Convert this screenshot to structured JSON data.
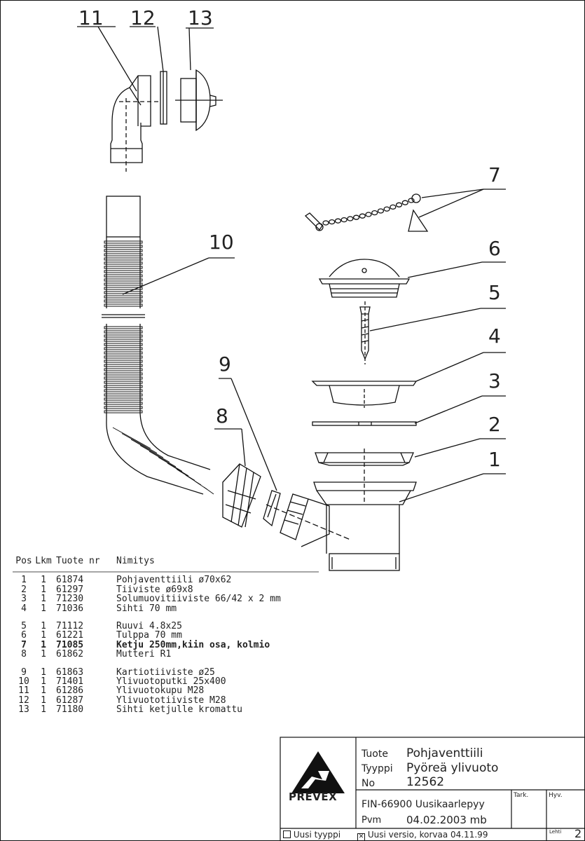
{
  "callouts": {
    "n1": "1",
    "n2": "2",
    "n3": "3",
    "n4": "4",
    "n5": "5",
    "n6": "6",
    "n7": "7",
    "n8": "8",
    "n9": "9",
    "n10": "10",
    "n11": "11",
    "n12": "12",
    "n13": "13"
  },
  "parts_list": {
    "headers": {
      "pos": "Pos",
      "lkm": "Lkm",
      "tuote_nr": "Tuote nr",
      "nimitys": "Nimitys"
    },
    "rows": [
      {
        "pos": "1",
        "lkm": "1",
        "nr": "61874",
        "name": "Pohjaventtiili ø70x62"
      },
      {
        "pos": "2",
        "lkm": "1",
        "nr": "61297",
        "name": "Tiiviste ø69x8"
      },
      {
        "pos": "3",
        "lkm": "1",
        "nr": "71230",
        "name": "Solumuovitiiviste 66/42 x 2 mm"
      },
      {
        "pos": "4",
        "lkm": "1",
        "nr": "71036",
        "name": "Sihti 70 mm"
      },
      {
        "pos": "5",
        "lkm": "1",
        "nr": "71112",
        "name": "Ruuvi 4.8x25"
      },
      {
        "pos": "6",
        "lkm": "1",
        "nr": "61221",
        "name": "Tulppa 70 mm"
      },
      {
        "pos": "7",
        "lkm": "1",
        "nr": "71085",
        "name": "Ketju 250mm,kiin osa, kolmio"
      },
      {
        "pos": "8",
        "lkm": "1",
        "nr": "61862",
        "name": "Mutteri R1"
      },
      {
        "pos": "9",
        "lkm": "1",
        "nr": "61863",
        "name": "Kartiotiiviste ø25"
      },
      {
        "pos": "10",
        "lkm": "1",
        "nr": "71401",
        "name": "Ylivuotoputki 25x400"
      },
      {
        "pos": "11",
        "lkm": "1",
        "nr": "61286",
        "name": "Ylivuotokupu M28"
      },
      {
        "pos": "12",
        "lkm": "1",
        "nr": "61287",
        "name": "Ylivuototiiviste M28"
      },
      {
        "pos": "13",
        "lkm": "1",
        "nr": "71180",
        "name": "Sihti ketjulle kromattu"
      }
    ]
  },
  "title_block": {
    "brand": "PREVEX",
    "tuote_label": "Tuote",
    "tuote_value": "Pohjaventtiili",
    "tyyppi_label": "Tyyppi",
    "tyyppi_value": "Pyöreä ylivuoto",
    "no_label": "No",
    "no_value": "12562",
    "address": "FIN-66900 Uusikaarlepyy",
    "pvm_label": "Pvm",
    "pvm_value": "04.02.2003 mb",
    "tark_label": "Tark.",
    "hyv_label": "Hyv.",
    "new_type_label": "Uusi tyyppi",
    "new_version_label": "Uusi versio, korvaa 04.11.99",
    "sheet_label": "Lehti",
    "sheet_value": "2",
    "new_version_checked": true,
    "new_type_checked": false
  }
}
